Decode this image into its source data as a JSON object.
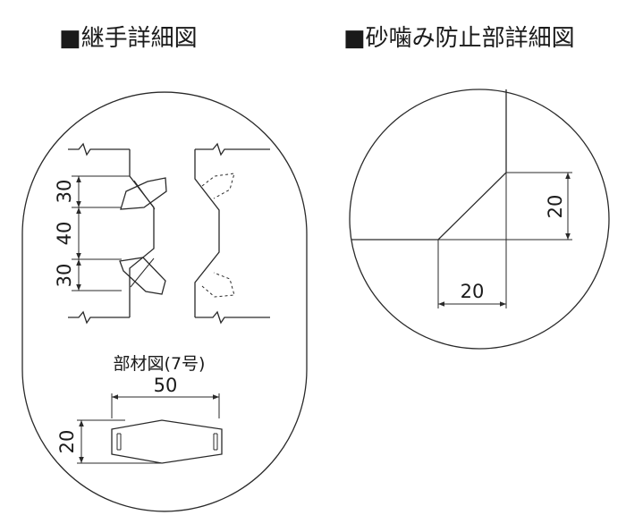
{
  "titles": {
    "joint_detail": "■継手詳細図",
    "sand_prevention_detail": "■砂噛み防止部詳細図"
  },
  "joint_detail": {
    "dimensions": {
      "top": "30",
      "middle": "40",
      "bottom": "30"
    },
    "member_label": "部材図(7号)",
    "member_width": "50",
    "member_height": "20"
  },
  "sand_prevention_detail": {
    "vertical_dim": "20",
    "horizontal_dim": "20"
  }
}
